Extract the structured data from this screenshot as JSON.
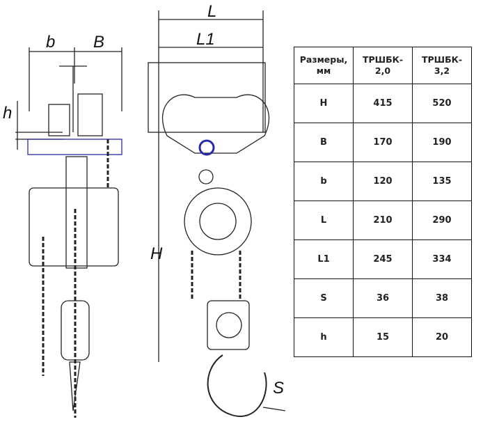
{
  "dimensions": {
    "L": "L",
    "L1": "L1",
    "b": "b",
    "B": "B",
    "h": "h",
    "H": "H",
    "S": "S"
  },
  "table": {
    "headers": [
      [
        "Размеры,",
        "мм"
      ],
      [
        "ТРШБК-",
        "2,0"
      ],
      [
        "ТРШБК-",
        "3,2"
      ]
    ],
    "rows": [
      [
        "H",
        "415",
        "520"
      ],
      [
        "B",
        "170",
        "190"
      ],
      [
        "b",
        "120",
        "135"
      ],
      [
        "L",
        "210",
        "290"
      ],
      [
        "L1",
        "245",
        "334"
      ],
      [
        "S",
        "36",
        "38"
      ],
      [
        "h",
        "15",
        "20"
      ]
    ]
  },
  "colors": {
    "line": "#222222",
    "accent": "#2a2aa8"
  }
}
